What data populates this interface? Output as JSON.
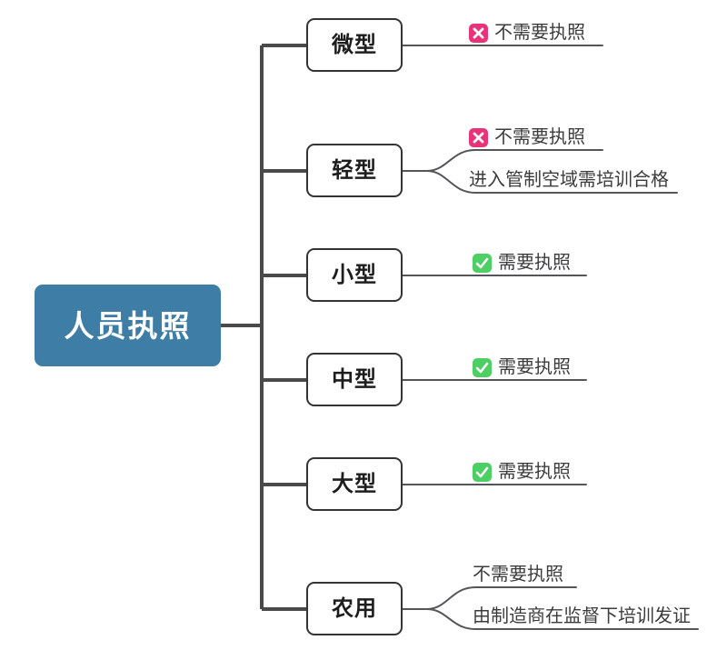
{
  "diagram": {
    "type": "mind-map",
    "title": "人员执照",
    "root": {
      "label": "人员执照",
      "color": "#3e7da5",
      "text_color": "#ffffff"
    },
    "icons": {
      "cross": {
        "name": "cross-icon",
        "color": "#e8337a",
        "glyph": "✕"
      },
      "check": {
        "name": "check-icon",
        "color": "#4ccf63",
        "glyph": "✓"
      }
    },
    "branches": [
      {
        "label": "微型",
        "leaves": [
          {
            "text": "不需要执照",
            "icon": "cross"
          }
        ]
      },
      {
        "label": "轻型",
        "leaves": [
          {
            "text": "不需要执照",
            "icon": "cross"
          },
          {
            "text": "进入管制空域需培训合格",
            "icon": "none"
          }
        ]
      },
      {
        "label": "小型",
        "leaves": [
          {
            "text": "需要执照",
            "icon": "check"
          }
        ]
      },
      {
        "label": "中型",
        "leaves": [
          {
            "text": "需要执照",
            "icon": "check"
          }
        ]
      },
      {
        "label": "大型",
        "leaves": [
          {
            "text": "需要执照",
            "icon": "check"
          }
        ]
      },
      {
        "label": "农用",
        "leaves": [
          {
            "text": "不需要执照",
            "icon": "none"
          },
          {
            "text": "由制造商在监督下培训发证",
            "icon": "none"
          }
        ]
      }
    ]
  }
}
